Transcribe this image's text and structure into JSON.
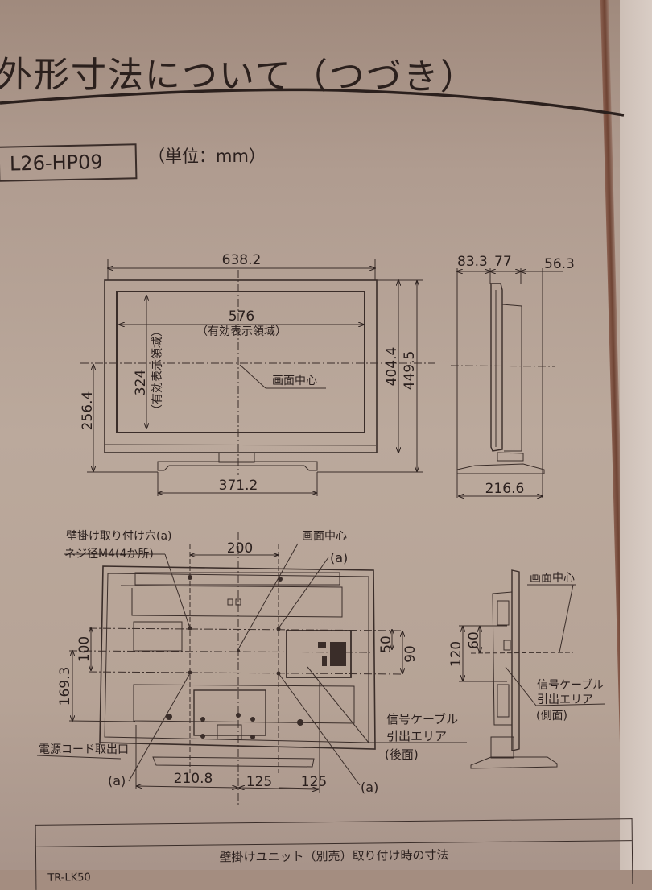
{
  "page": {
    "title": "外形寸法について（つづき）",
    "model": "L26-HP09",
    "unit": "（単位：mm）"
  },
  "front_view": {
    "overall_width": "638.2",
    "screen_width": "576",
    "screen_width_note": "（有効表示領域）",
    "screen_height": "324",
    "screen_height_note": "（有効表示領域）",
    "body_height": "404.4",
    "overall_height": "449.5",
    "center_height": "256.4",
    "stand_width": "371.2",
    "center_label": "画面中心"
  },
  "side_view": {
    "depth_front": "83.3",
    "depth_mid": "77",
    "depth_rear": "56.3",
    "stand_depth": "216.6"
  },
  "rear_view": {
    "wall_mount_hole_label": "壁掛け取り付け穴(a)",
    "screw_label": "ネジ径M4(4か所)",
    "hole_spacing_h": "200",
    "center_label": "画面中心",
    "hole_marker": "(a)",
    "hole_spacing_v": "100",
    "center_to_bottom": "169.3",
    "power_cord_label": "電源コード取出口",
    "offset_left": "210.8",
    "offset_mid": "125",
    "offset_right": "125",
    "port_dim_upper": "50",
    "port_dim_lower": "90",
    "signal_cable_label_1": "信号ケーブル",
    "signal_cable_label_2": "引出エリア",
    "signal_cable_label_3": "(後面)"
  },
  "side_ports_view": {
    "center_label": "画面中心",
    "dim_outer": "120",
    "dim_inner": "60",
    "signal_cable_label_1": "信号ケーブル",
    "signal_cable_label_2": "引出エリア",
    "signal_cable_label_3": "(側面)"
  },
  "table": {
    "header": "壁掛けユニット（別売）取り付け時の寸法",
    "first_cell": "TR-LK50"
  }
}
